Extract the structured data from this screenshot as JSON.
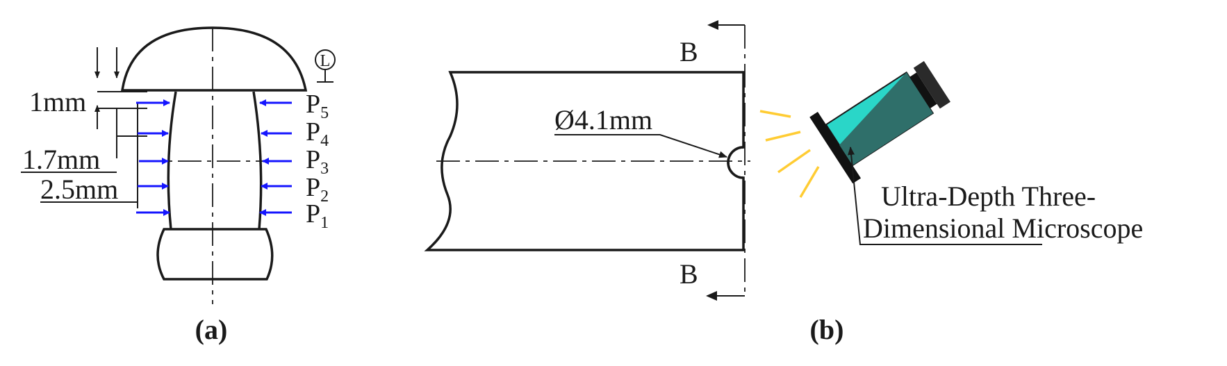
{
  "panel_a": {
    "caption": "(a)",
    "dim_1": "1mm",
    "dim_2": "1.7mm",
    "dim_3": "2.5mm",
    "circle_mark": "L",
    "points": [
      {
        "main": "P",
        "sub": "5"
      },
      {
        "main": "P",
        "sub": "4"
      },
      {
        "main": "P",
        "sub": "3"
      },
      {
        "main": "P",
        "sub": "2"
      },
      {
        "main": "P",
        "sub": "1"
      }
    ]
  },
  "panel_b": {
    "caption": "(b)",
    "section_top": "B",
    "section_bottom": "B",
    "hole_label": "Ø4.1mm",
    "microscope_line1": "Ultra-Depth Three-",
    "microscope_line2": "Dimensional Microscope"
  },
  "colors": {
    "arrow_blue": "#1515ff",
    "microscope_teal": "#2ad6c8",
    "microscope_dark": "#2f6f6a",
    "light_yellow": "#ffcc33"
  }
}
